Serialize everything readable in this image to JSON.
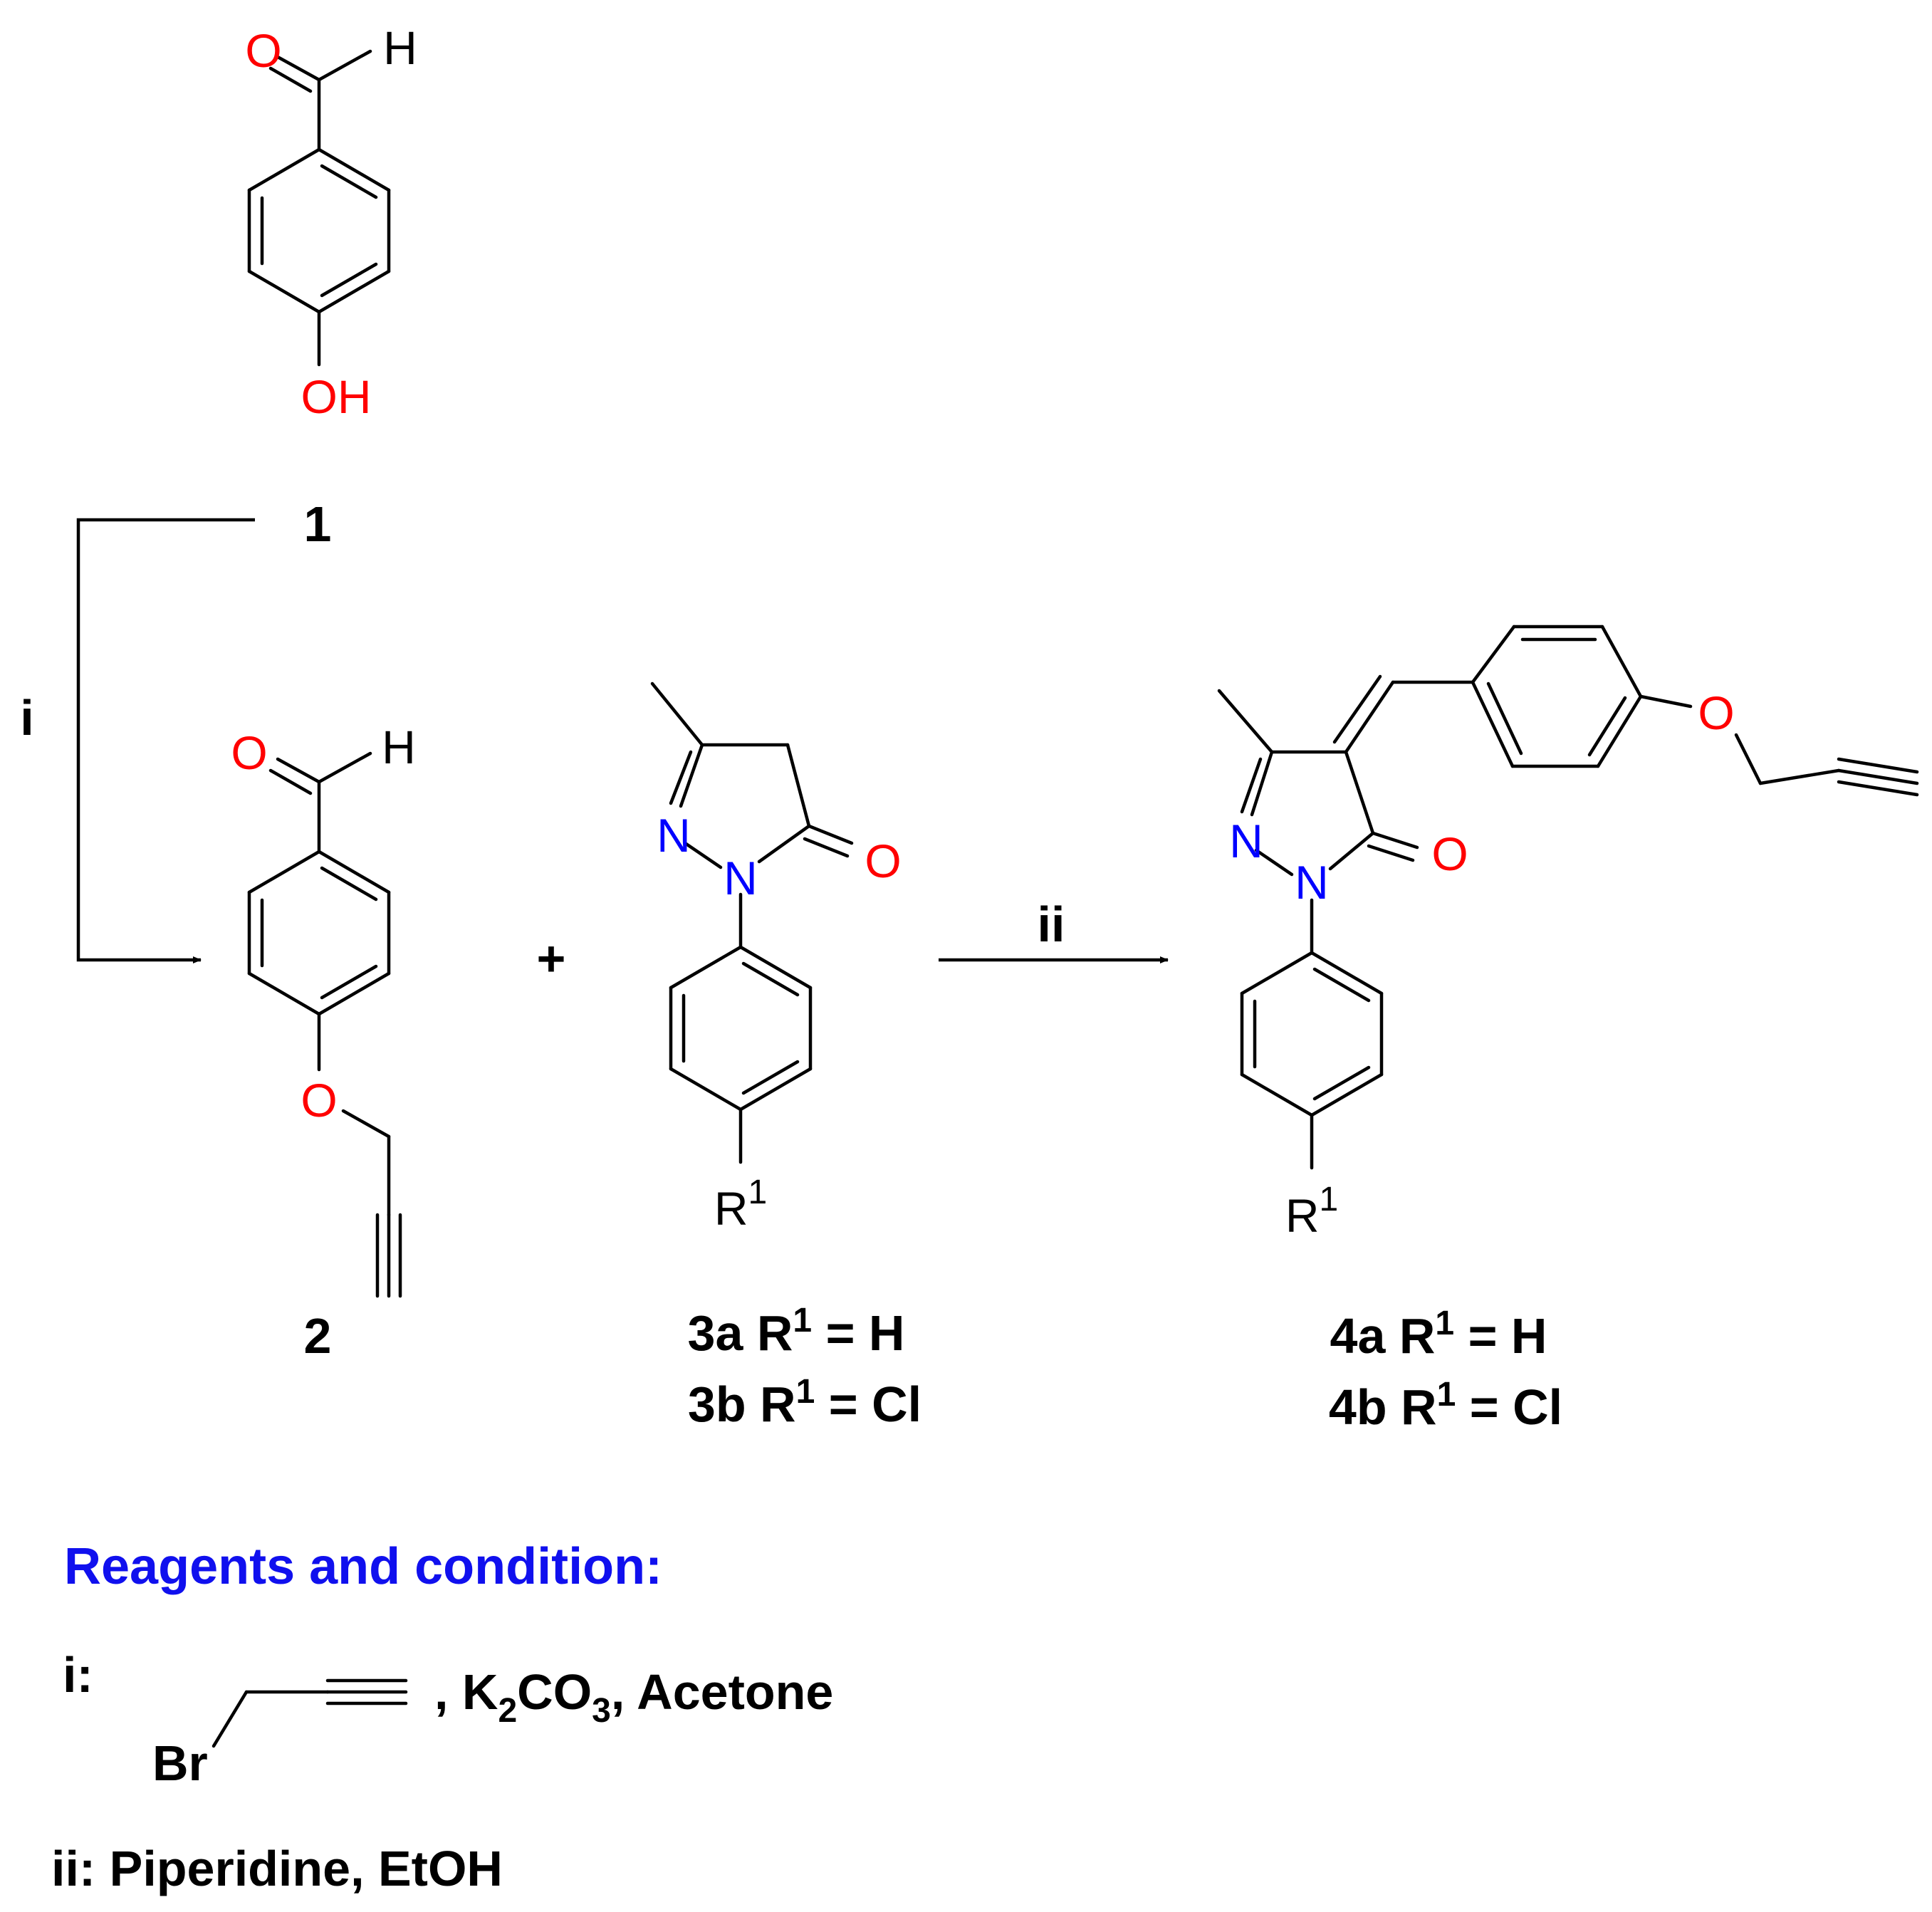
{
  "atoms": {
    "O": "O",
    "H": "H",
    "OH": "OH",
    "N": "N",
    "R": "R",
    "one": "1",
    "Br": "Br"
  },
  "compounds": {
    "c1": "1",
    "c2": "2",
    "c3a": {
      "id": "3a",
      "r": "R",
      "sup": "1",
      "rest": " = H"
    },
    "c3b": {
      "id": "3b",
      "r": "R",
      "sup": "1",
      "rest": " = Cl"
    },
    "c4a": {
      "id": "4a",
      "r": "R",
      "sup": "1",
      "rest": " = H"
    },
    "c4b": {
      "id": "4b",
      "r": "R",
      "sup": "1",
      "rest": " = Cl"
    }
  },
  "arrows": {
    "step_i": "i",
    "step_ii": "ii",
    "plus": "+"
  },
  "conditions": {
    "title": "Reagents and condition:",
    "i_label": "i:",
    "i_comma": ",",
    "i_k": " K",
    "i_k_sub": "2",
    "i_co": "CO",
    "i_co_sub": "3",
    "i_tail": ", Acetone",
    "i_br": "Br",
    "ii_text": "ii: Piperidine, EtOH"
  },
  "colors": {
    "oxygen": "#ff0000",
    "nitrogen": "#0000ff",
    "title": "#1010ee"
  }
}
